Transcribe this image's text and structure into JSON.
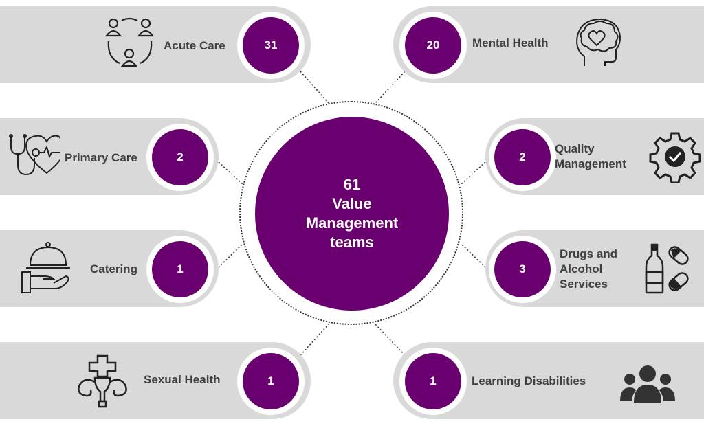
{
  "center": {
    "count": "61",
    "line1": "Value",
    "line2": "Management",
    "line3": "teams"
  },
  "colors": {
    "accent": "#6a006f",
    "band": "#d9d9d9",
    "text": "#404040"
  },
  "items": [
    {
      "label": "Acute Care",
      "count": "31",
      "icon": "people-network-icon"
    },
    {
      "label": "Mental Health",
      "count": "20",
      "icon": "head-heart-icon"
    },
    {
      "label": "Primary Care",
      "count": "2",
      "icon": "stethoscope-heart-icon"
    },
    {
      "label": "Quality\nManagement",
      "count": "2",
      "icon": "gear-check-icon"
    },
    {
      "label": "Catering",
      "count": "1",
      "icon": "cloche-hand-icon"
    },
    {
      "label": "Drugs and\nAlcohol\nServices",
      "count": "3",
      "icon": "bottle-pills-icon"
    },
    {
      "label": "Sexual Health",
      "count": "1",
      "icon": "reproductive-cross-icon"
    },
    {
      "label": "Learning Disabilities",
      "count": "1",
      "icon": "group-people-icon"
    }
  ]
}
